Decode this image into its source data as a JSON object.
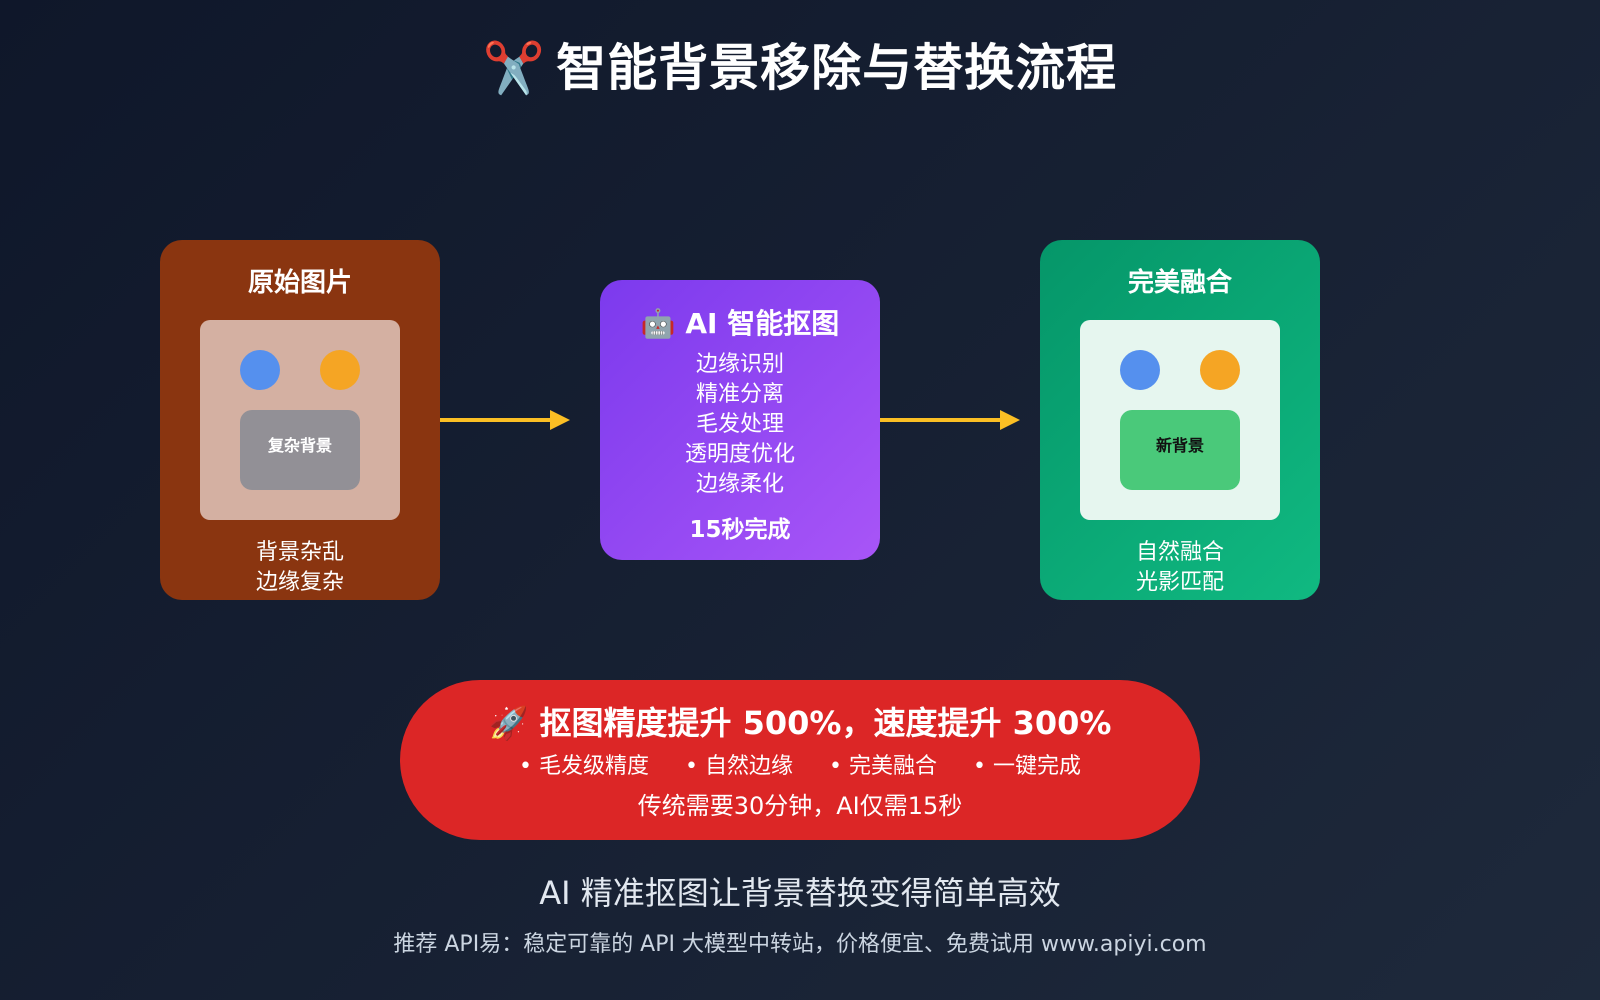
{
  "title": {
    "emoji": "✂️",
    "text": "智能背景移除与替换流程"
  },
  "colors": {
    "dot_blue": "#5590ee",
    "dot_orange": "#f5a524",
    "arrow": "#fbbf24"
  },
  "original": {
    "title": "原始图片",
    "block_label": "复杂背景",
    "notes": [
      "背景杂乱",
      "边缘复杂"
    ]
  },
  "ai": {
    "emoji": "🤖",
    "title": "AI 智能抠图",
    "steps": [
      "边缘识别",
      "精准分离",
      "毛发处理",
      "透明度优化",
      "边缘柔化"
    ],
    "time": "15秒完成"
  },
  "result": {
    "title": "完美融合",
    "block_label": "新背景",
    "notes": [
      "自然融合",
      "光影匹配"
    ]
  },
  "highlight": {
    "emoji": "🚀",
    "title": "抠图精度提升 500%，速度提升 300%",
    "features": [
      "• 毛发级精度",
      "• 自然边缘",
      "• 完美融合",
      "• 一键完成"
    ],
    "note": "传统需要30分钟，AI仅需15秒"
  },
  "footer": {
    "main": "AI 精准抠图让背景替换变得简单高效",
    "sub": "推荐 API易：稳定可靠的 API 大模型中转站，价格便宜、免费试用 www.apiyi.com"
  }
}
